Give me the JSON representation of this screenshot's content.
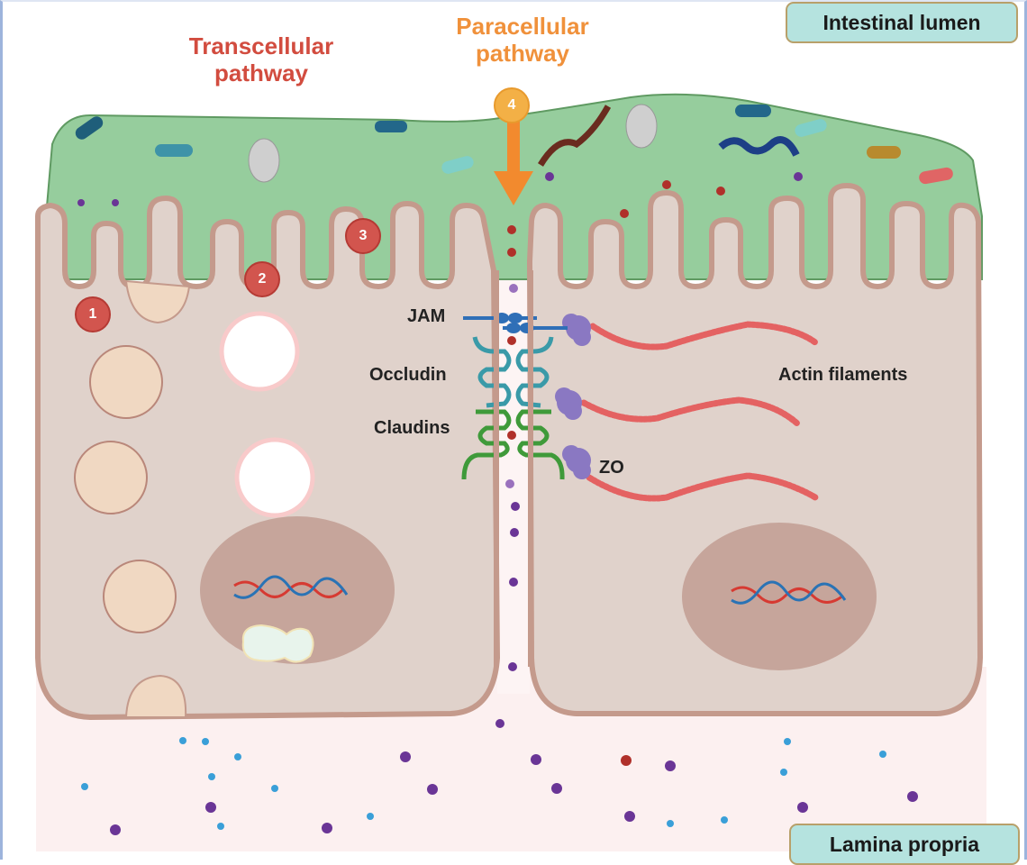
{
  "figure": {
    "title_transcellular": "Transcellular pathway",
    "title_paracellular": "Paracellular pathway",
    "region_labels": {
      "top": "Intestinal lumen",
      "bottom": "Lamina propria"
    },
    "junction_labels": {
      "jam": "JAM",
      "occludin": "Occludin",
      "claudins": "Claudins",
      "zo": "ZO",
      "actin": "Actin filaments"
    },
    "step_badges": [
      "1",
      "2",
      "3",
      "4"
    ],
    "colors": {
      "lumen_green": "#96cd9d",
      "cytoplasm": "#e0d2cb",
      "membrane": "#c49a8c",
      "nucleus": "#c6a59b",
      "lamina": "#fcf0f0",
      "transcellular_red": "#d24c3f",
      "paracellular_orange": "#f0913b",
      "label_box": "#b5e3df"
    }
  }
}
